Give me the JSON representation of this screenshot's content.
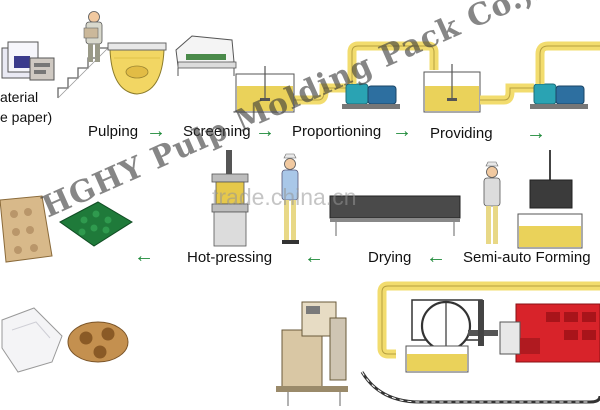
{
  "diagram": {
    "material_label_1": "aterial",
    "material_label_2": "e paper)",
    "steps": {
      "pulping": "Pulping",
      "screening": "Screening",
      "proportioning": "Proportioning",
      "providing": "Providing",
      "semi_auto_forming": "Semi-auto Forming",
      "drying": "Drying",
      "hot_pressing": "Hot-pressing"
    },
    "arrows": {
      "right": "→",
      "left": "←"
    }
  },
  "watermarks": {
    "company": "HGHY Pulp Molding Pack Co.,Ltd",
    "site": "trade.china.cn"
  },
  "colors": {
    "pulp_yellow": "#ead25a",
    "pipe_yellow": "#f2dc6e",
    "pump_teal": "#2aa3b3",
    "arrow_green": "#1f8a3a",
    "tray_green": "#1f7a3a",
    "egg_tray_tan": "#d8b98a",
    "mold_red": "#d8232a"
  }
}
